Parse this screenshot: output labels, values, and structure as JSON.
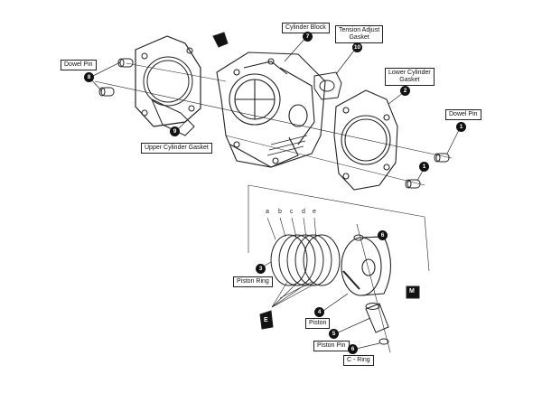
{
  "labels": {
    "dowel_pin_left": "Dowel Pin",
    "dowel_pin_right": "Dowel Pin",
    "cylinder_block": "Cylinder Block",
    "tension_adjust_gasket_line1": "Tension Adjust",
    "tension_adjust_gasket_line2": "Gasket",
    "lower_cylinder_gasket_line1": "Lower Cylinder",
    "lower_cylinder_gasket_line2": "Gasket",
    "upper_cylinder_gasket": "Upper Cylinder Gasket",
    "piston_ring": "Piston Ring",
    "piston": "Piston",
    "piston_pin": "Piston Pin",
    "c_ring": "C - Ring"
  },
  "callouts": {
    "n1a": "1",
    "n1b": "1",
    "n2": "2",
    "n3": "3",
    "n4": "4",
    "n5": "5",
    "n6a": "6",
    "n6b": "6",
    "n7": "7",
    "n8": "8",
    "n9": "9",
    "n10": "10"
  },
  "ring_letters": [
    "a",
    "b",
    "c",
    "d",
    "e"
  ],
  "symbols": {
    "engine_oil": "E",
    "moly_grease": "M"
  },
  "colors": {
    "line": "#222222",
    "callout": "#111111",
    "fill": "#ffffff"
  }
}
